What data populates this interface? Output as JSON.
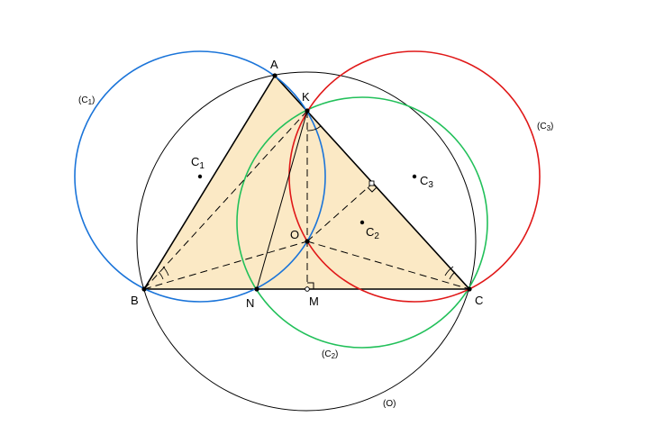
{
  "colors": {
    "triangle_fill": "#fbe9c5",
    "circle_O": "#000000",
    "circle_C1": "#1a74d9",
    "circle_C2": "#22c05a",
    "circle_C3": "#e01818",
    "lines": "#000000"
  },
  "labels": {
    "A": "A",
    "B": "B",
    "C": "C",
    "K": "K",
    "O": "O",
    "N": "N",
    "M": "M",
    "C1": "C",
    "C1_sub": "1",
    "C2": "C",
    "C2_sub": "2",
    "C3": "C",
    "C3_sub": "3",
    "circle_C1": "(C",
    "circle_C1_sub": "1",
    "circle_C1_close": ")",
    "circle_C2": "(C",
    "circle_C2_sub": "2",
    "circle_C2_close": ")",
    "circle_C3": "(C",
    "circle_C3_sub": "3",
    "circle_C3_close": ")",
    "circle_O": "(O)"
  }
}
